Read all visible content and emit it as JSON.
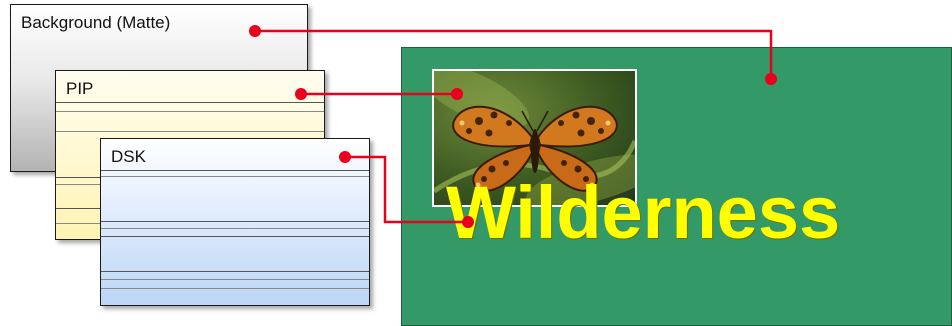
{
  "layers": {
    "background": {
      "label": "Background (Matte)"
    },
    "pip": {
      "label": "PIP"
    },
    "dsk": {
      "label": "DSK"
    }
  },
  "output": {
    "title": "Wilderness",
    "pip_image": "butterfly-photo"
  },
  "colors": {
    "connector": "#e8001c",
    "output_background": "#339966",
    "title_text": "#ffff00"
  }
}
